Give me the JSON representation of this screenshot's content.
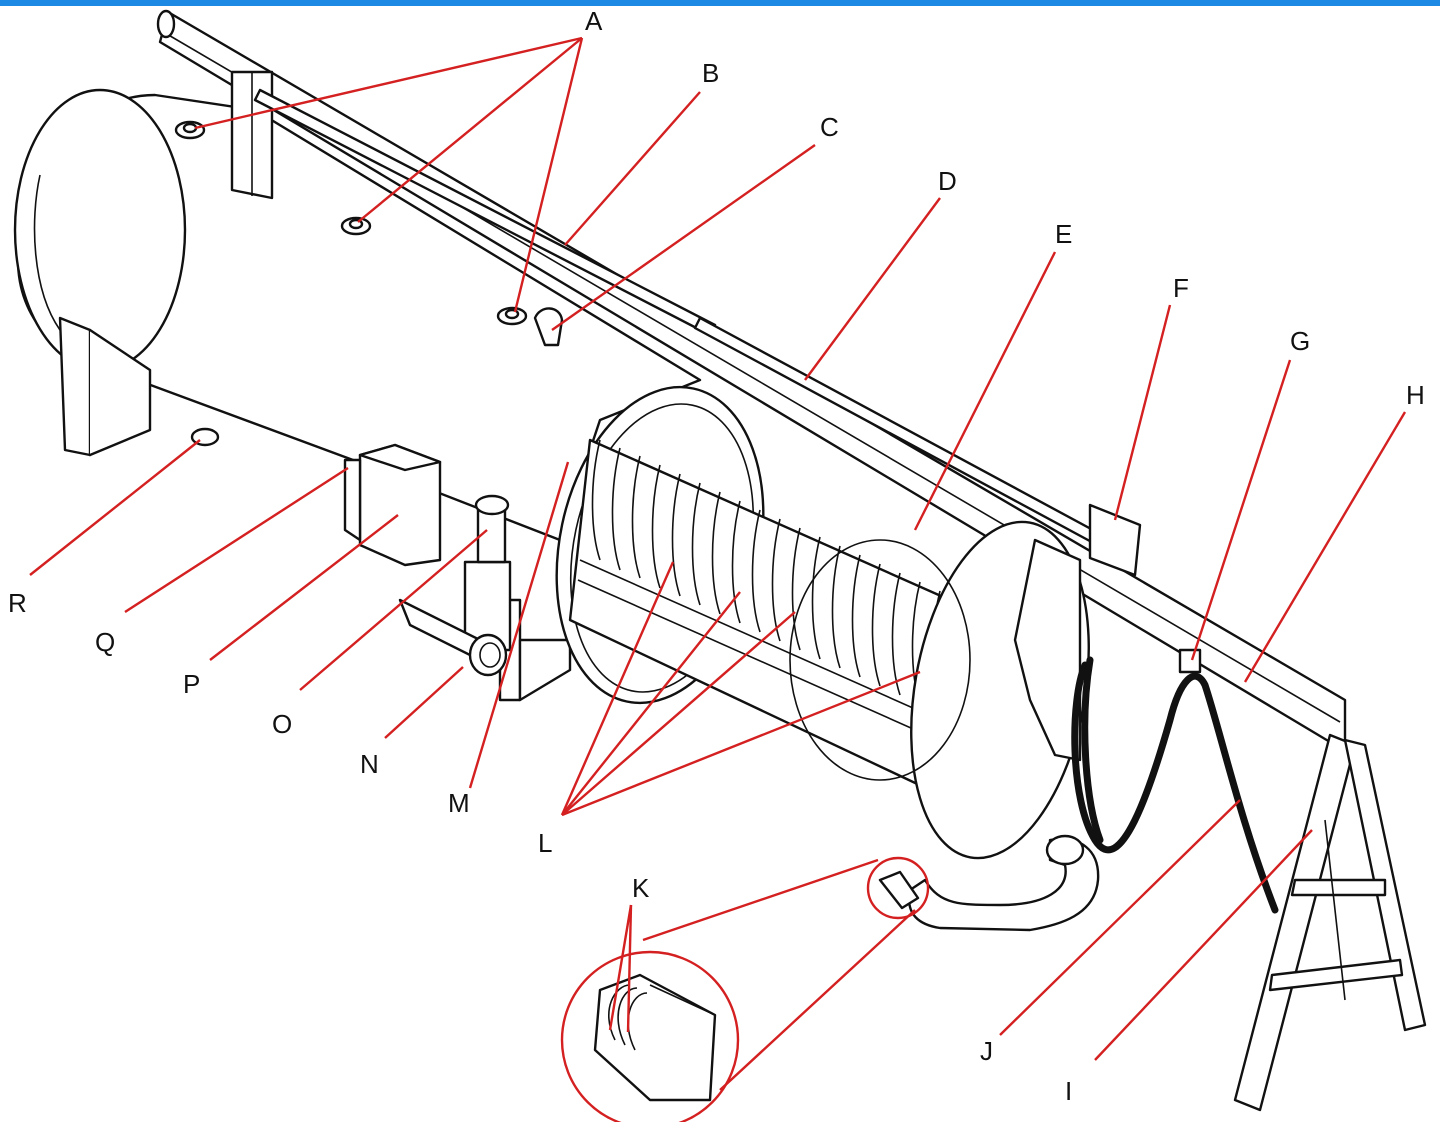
{
  "labels": {
    "A": "A",
    "B": "B",
    "C": "C",
    "D": "D",
    "E": "E",
    "F": "F",
    "G": "G",
    "H": "H",
    "I": "I",
    "J": "J",
    "K": "K",
    "L": "L",
    "M": "M",
    "N": "N",
    "O": "O",
    "P": "P",
    "Q": "Q",
    "R": "R"
  },
  "colors": {
    "accent_bar": "#1e88e5",
    "leader": "#d42020",
    "ink": "#111111"
  }
}
